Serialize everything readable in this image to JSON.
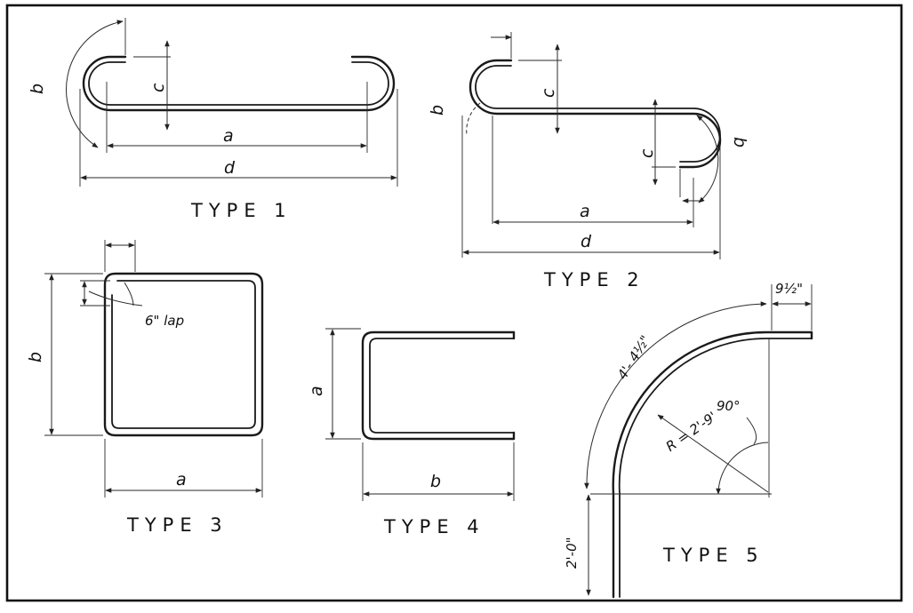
{
  "colors": {
    "ink": "#1a1a1a",
    "paper": "#ffffff"
  },
  "type1": {
    "title": "TYPE  1",
    "a": "a",
    "b": "b",
    "c": "c",
    "d": "d"
  },
  "type2": {
    "title": "TYPE  2",
    "a": "a",
    "b_left": "b",
    "b_right": "b",
    "c_top": "c",
    "c_bottom": "c",
    "d": "d"
  },
  "type3": {
    "title": "TYPE 3",
    "a": "a",
    "b": "b",
    "lap_note": "6\" lap"
  },
  "type4": {
    "title": "TYPE 4",
    "a": "a",
    "b": "b"
  },
  "type5": {
    "title": "TYPE  5",
    "arc_length": "4'- 4½\"",
    "end_length": "9½\"",
    "angle": "90°",
    "radius": "R = 2'-9'",
    "leg": "2'-0\""
  }
}
